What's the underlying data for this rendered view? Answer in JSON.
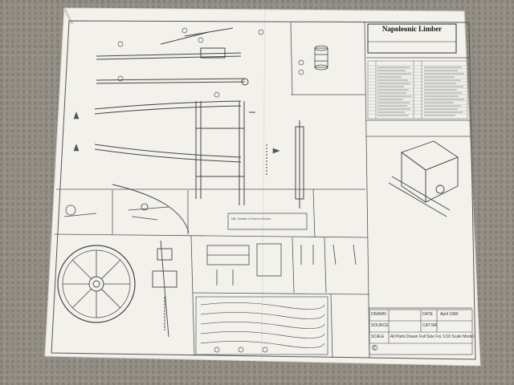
{
  "drawing": {
    "title": "Napoleonic Limber",
    "title_block": {
      "drawn_label": "DRAWN",
      "date_label": "DATE",
      "date_value": "April 1980",
      "source_label": "SOURCE",
      "cat_label": "CAT NR",
      "scale_label": "SCALE",
      "scale_value": "All Parts Drawn Full Size For 1/10 Scale Model"
    },
    "copyright_symbol": "©",
    "note": "NB. Details of Ammo Boxes"
  },
  "colors": {
    "paper": "#f2f1ec",
    "ink": "#4a4a4a",
    "carpet": "#938f86"
  }
}
